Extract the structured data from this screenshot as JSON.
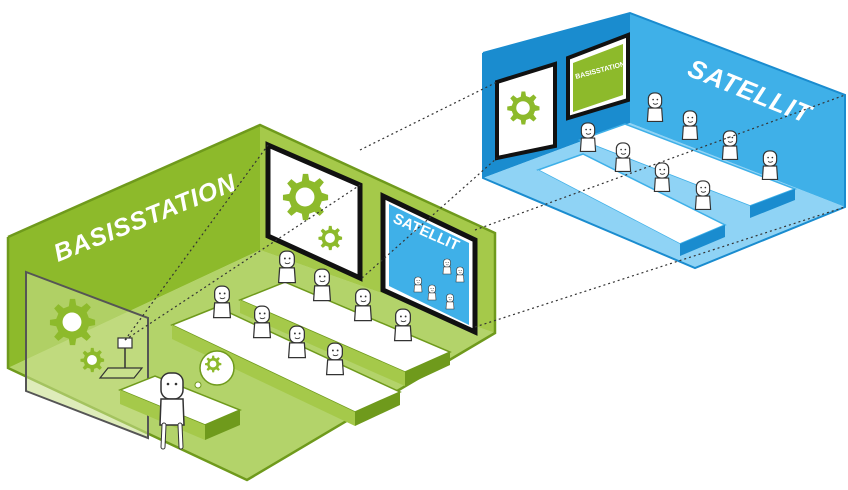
{
  "labels": {
    "base_station": "BASISSTATION",
    "satellite": "SATELLIT",
    "satellite_screen": "SATELLIT",
    "satellite_screen_small": "BASISSTATION"
  },
  "colors": {
    "green_dark": "#6f9a1c",
    "green_mid": "#8dba2b",
    "green_light": "#b3d36a",
    "green_floor": "#c8e08c",
    "blue_dark": "#1a8ccf",
    "blue_mid": "#3fb0e8",
    "blue_light": "#8fd3f5",
    "blue_floor": "#bfe6fa"
  },
  "icons": [
    "gear-icon",
    "person-icon",
    "camera-icon",
    "screen-icon"
  ]
}
